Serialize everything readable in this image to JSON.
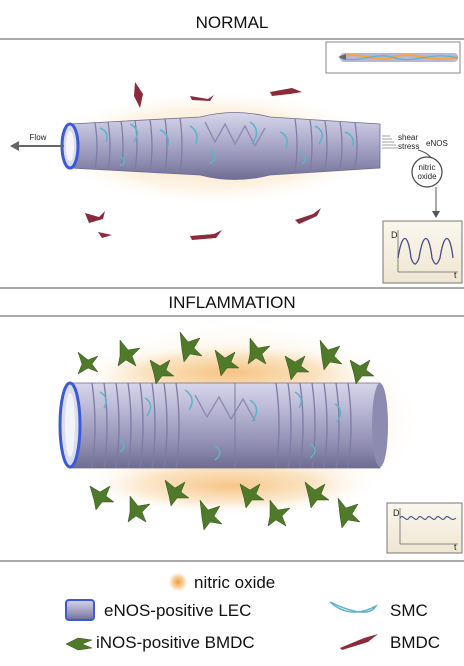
{
  "panels": {
    "normal": {
      "title": "NORMAL"
    },
    "inflammation": {
      "title": "INFLAMMATION"
    }
  },
  "labels": {
    "flow": "Flow",
    "shear_stress_line1": "shear",
    "shear_stress_line2": "stress",
    "enos": "eNOS",
    "nitric_line1": "nitric",
    "nitric_line2": "oxide",
    "axis_d": "D",
    "axis_t": "t"
  },
  "legend": {
    "nitric_oxide": "nitric oxide",
    "enos_lec": "eNOS-positive LEC",
    "smc": "SMC",
    "inos_bmdc": "iNOS-positive BMDC",
    "bmdc": "BMDC"
  },
  "colors": {
    "vessel": "#a9a6c8",
    "lumen": "#3b5bd6",
    "smc": "#5fb3c9",
    "bmdc": "#8b2a3a",
    "inos_bmdc": "#4f7a2a",
    "nitric_oxide": "#f3a64a",
    "graph_bg": "#f6f0e3"
  }
}
